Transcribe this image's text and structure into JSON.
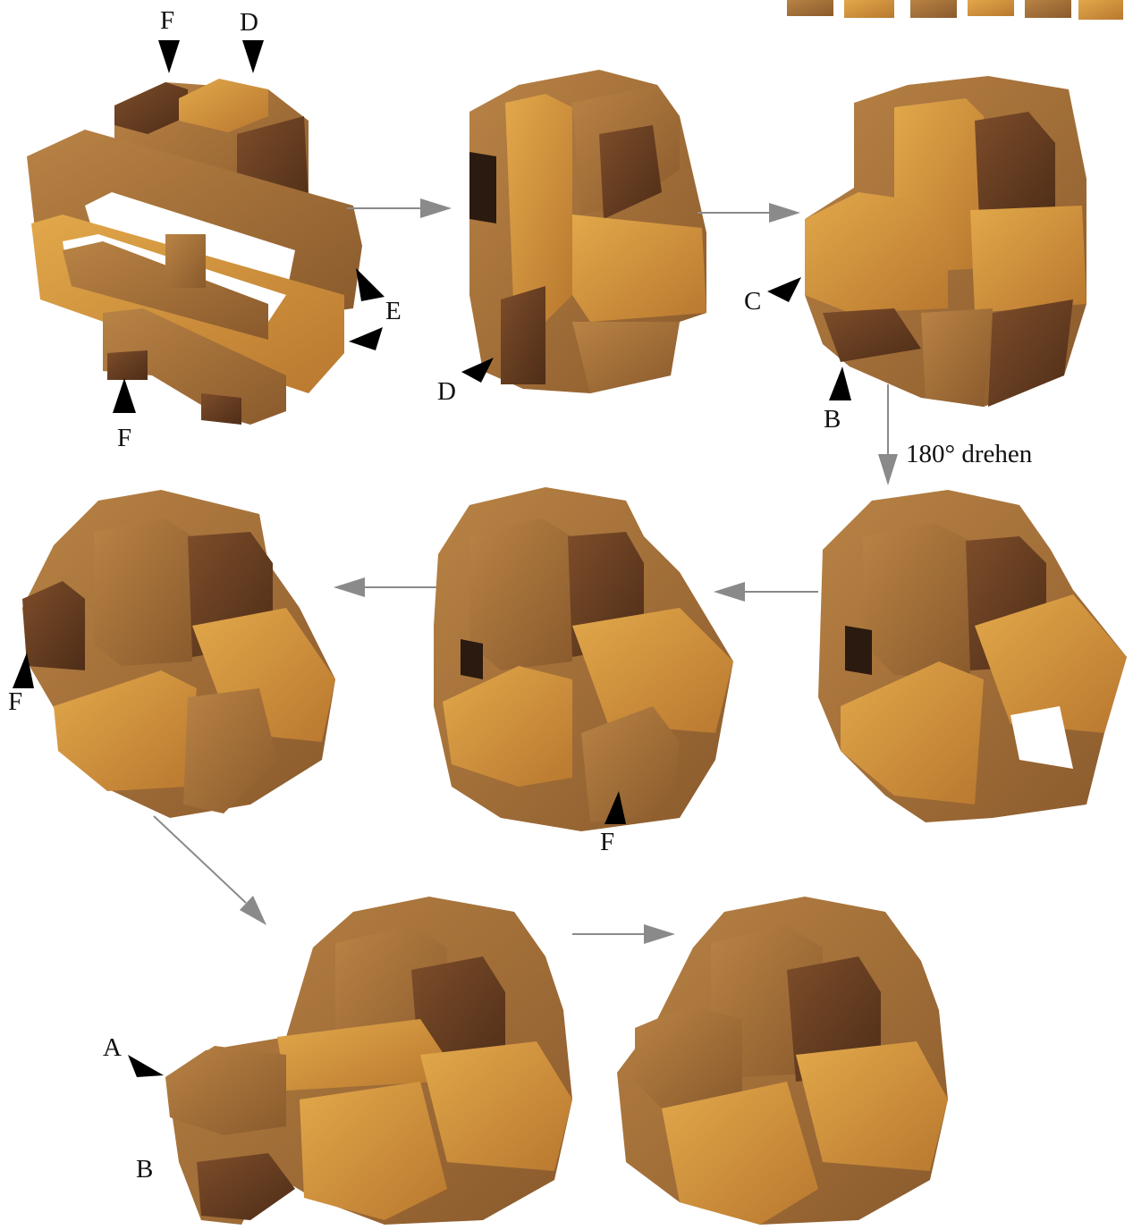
{
  "colors": {
    "wood_light": "#d99a3a",
    "wood_mid": "#b47a3a",
    "wood_dark": "#6e4224",
    "arrow": "#8a8a8a",
    "marker": "#000000"
  },
  "labels": {
    "f_top": "F",
    "d_top": "D",
    "f_bottom": "F",
    "e_label": "E",
    "d_mid": "D",
    "c_label": "C",
    "b_label": "B",
    "rotate_text": "180° drehen",
    "f_left": "F",
    "f_center": "F",
    "a_label": "A",
    "b_bottom": "B"
  },
  "steps": [
    {
      "id": "step-1",
      "caption": ""
    },
    {
      "id": "step-2",
      "caption": ""
    },
    {
      "id": "step-3",
      "caption": ""
    },
    {
      "id": "step-4",
      "caption": ""
    },
    {
      "id": "step-5",
      "caption": ""
    },
    {
      "id": "step-6",
      "caption": ""
    },
    {
      "id": "step-7",
      "caption": ""
    },
    {
      "id": "step-8",
      "caption": ""
    }
  ]
}
